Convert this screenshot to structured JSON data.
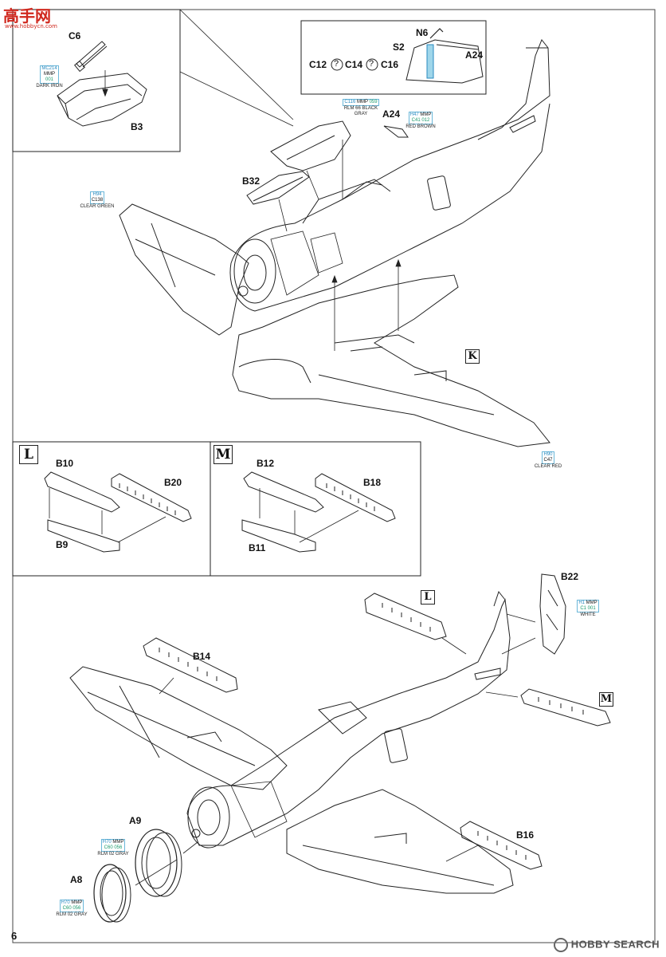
{
  "watermark": {
    "chinese_name": "高手网",
    "url": "www.hobbycn.com"
  },
  "watermark_bottom": "HOBBY SEARCH",
  "page_number": "6",
  "steps": {
    "K": "K",
    "L": "L",
    "M": "M"
  },
  "parts": {
    "C6": "C6",
    "B3": "B3",
    "N6": "N6",
    "S2": "S2",
    "A24": "A24",
    "A24b": "A24",
    "C12": "C12",
    "C14": "C14",
    "C16": "C16",
    "q": "?",
    "B32": "B32",
    "B10": "B10",
    "B20": "B20",
    "B9": "B9",
    "B12": "B12",
    "B18": "B18",
    "B11": "B11",
    "B22": "B22",
    "B14": "B14",
    "A9": "A9",
    "A8": "A8",
    "B16": "B16"
  },
  "paint_tags": {
    "t1": {
      "c1": "MC214",
      "c2": "MMP",
      "c3": "001",
      "name": "DARK IRON"
    },
    "t2": {
      "c1": "C116",
      "c2": "MMP",
      "c3": "059",
      "name": "RLM 66 BLACK GRAY"
    },
    "t3": {
      "c1": "H47",
      "c2": "MMP",
      "c3": "C41 012",
      "name": "RED BROWN"
    },
    "t4": {
      "c1": "H94",
      "c2": "C138",
      "c3": "",
      "name": "CLEAR GREEN"
    },
    "t5": {
      "c1": "H90",
      "c2": "C47",
      "c3": "",
      "name": "CLEAR RED"
    },
    "t6": {
      "c1": "H1",
      "c2": "MMP",
      "c3": "C1 001",
      "name": "WHITE"
    },
    "t7": {
      "c1": "H70",
      "c2": "MMP",
      "c3": "C60 056",
      "name": "RLM 02 GRAY"
    },
    "t8": {
      "c1": "H70",
      "c2": "MMP",
      "c3": "C60 056",
      "name": "RLM 02 GRAY"
    }
  }
}
